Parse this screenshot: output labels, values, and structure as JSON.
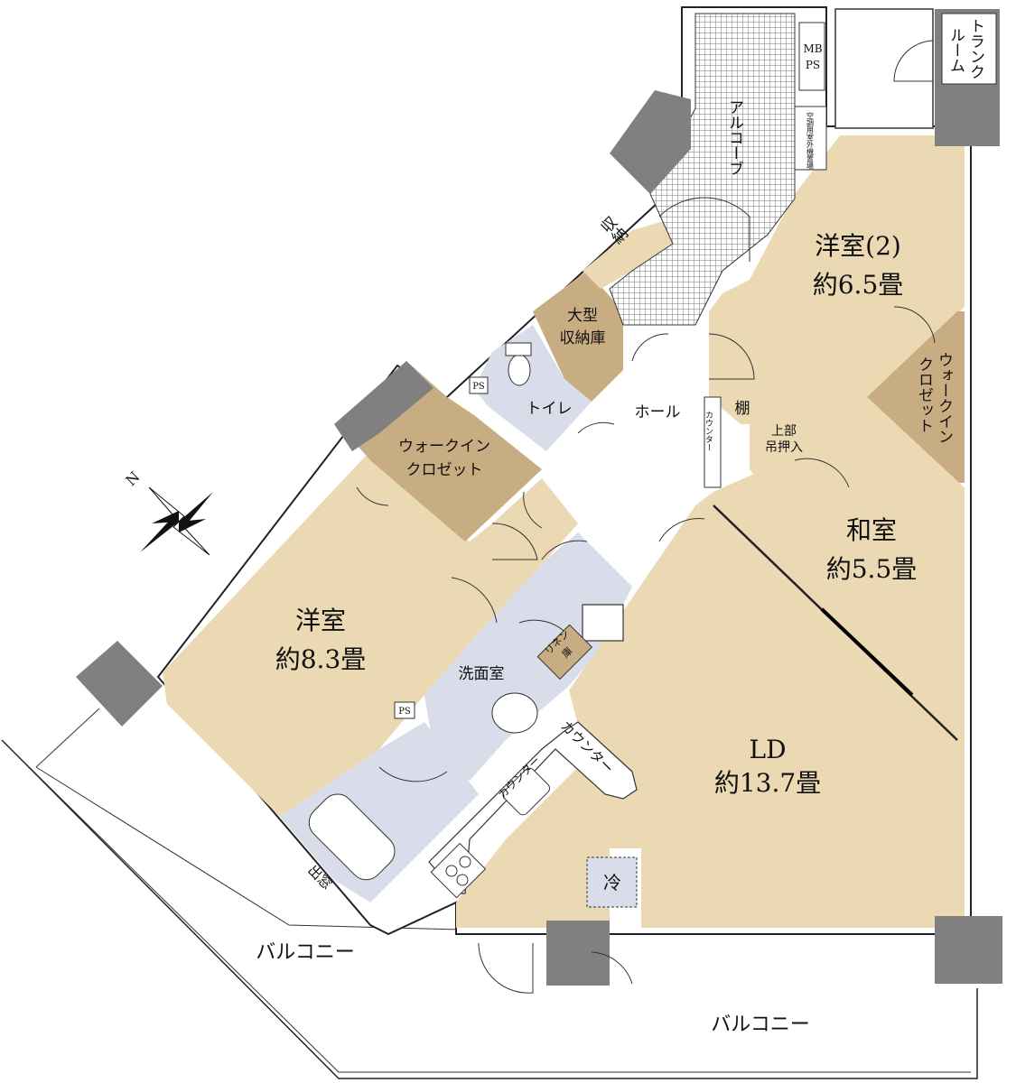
{
  "rooms": {
    "western2": {
      "name": "洋室(2)",
      "size": "約6.5畳"
    },
    "western1": {
      "name": "洋室",
      "size": "約8.3畳"
    },
    "japanese": {
      "name": "和室",
      "size": "約5.5畳"
    },
    "ld": {
      "name": "LD",
      "size": "約13.7畳"
    },
    "walkin_a": {
      "line1": "ウォークイン",
      "line2": "クロゼット"
    },
    "walkin_b": {
      "line1": "ウォークイン",
      "line2": "クロゼット"
    },
    "large_storage": {
      "line1": "大型",
      "line2": "収納庫"
    },
    "toilet": "トイレ",
    "hall": "ホール",
    "washroom": "洗面室",
    "alcove": "アルコーブ",
    "storage": "収納",
    "shelf": "棚",
    "upper_closet": {
      "line1": "上部",
      "line2": "吊押入"
    },
    "linen": {
      "line1": "リネン",
      "line2": "庫"
    },
    "trunk": {
      "line1": "トランク",
      "line2": "ルーム"
    },
    "mbps": {
      "line1": "MB",
      "line2": "PS"
    },
    "ac_unit": "空調用室外機置場",
    "ps1": "PS",
    "ps2": "PS",
    "counter_hall": "カウンター",
    "counter_kitchen": "カウンター",
    "counter_ld": "カウンター",
    "bay_window": "出窓",
    "fridge": "冷",
    "balcony1": "バルコニー",
    "balcony2": "バルコニー"
  },
  "icons": [
    "compass-north-icon",
    "sink-icon",
    "stove-icon",
    "bathtub-icon",
    "toilet-icon",
    "washbasin-icon",
    "washing-machine-pan-icon"
  ],
  "colors": {
    "living": "#ead9b3",
    "storage": "#c8ad82",
    "wet_area": "#d9dce9",
    "structure": "#808080",
    "alcove_tile": "#9a9a9a"
  }
}
